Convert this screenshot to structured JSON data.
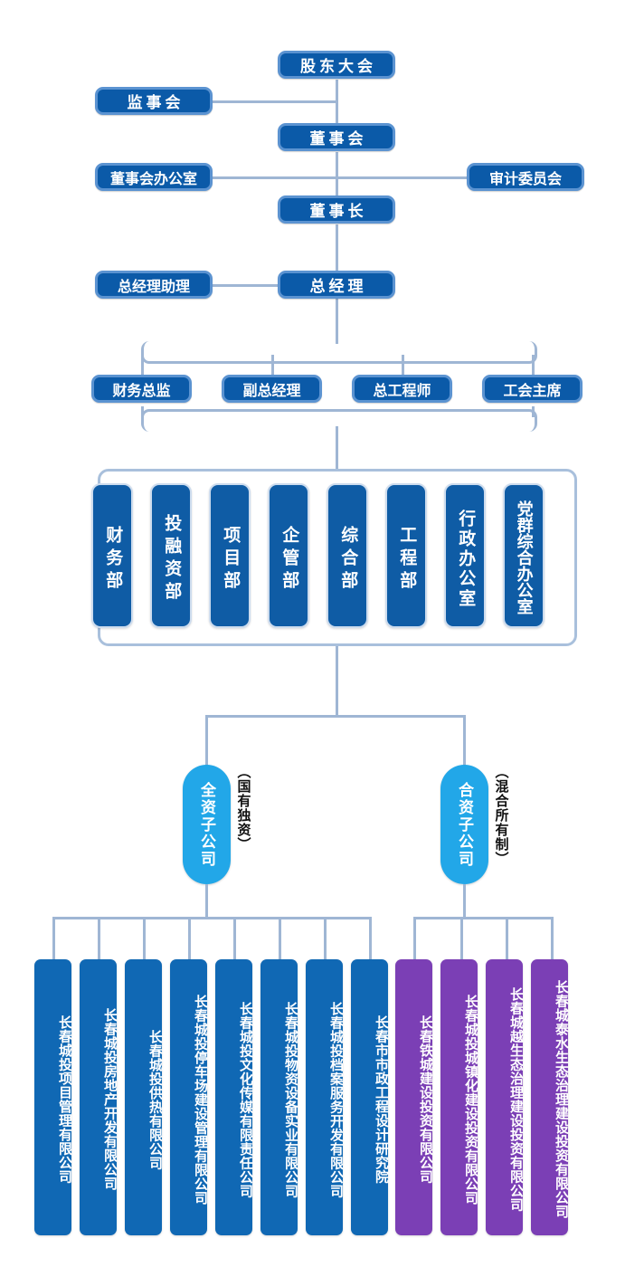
{
  "title": "公司组织架构图",
  "colors": {
    "primary_blue": "#0b5aa8",
    "dept_blue": "#0f5ca5",
    "capsule_cyan": "#22a7e8",
    "subsidiary_blue": "#1068b4",
    "subsidiary_purple": "#7b3fb5",
    "connector": "#9fb6d4",
    "node_border": "#5b93d1",
    "frame_border": "#a9c0dc",
    "text_white": "#ffffff",
    "note_black": "#111111"
  },
  "governance": {
    "shareholders_meeting": "股东大会",
    "board_of_supervisors": "监事会",
    "board_of_directors": "董事会",
    "board_office": "董事会办公室",
    "audit_committee": "审计委员会",
    "chairman": "董事长",
    "gm_assistant": "总经理助理",
    "general_manager": "总经理"
  },
  "executives": [
    {
      "label": "财务总监"
    },
    {
      "label": "副总经理"
    },
    {
      "label": "总工程师"
    },
    {
      "label": "工会主席"
    }
  ],
  "departments": [
    {
      "label": "财务部"
    },
    {
      "label": "投融资部"
    },
    {
      "label": "项目部"
    },
    {
      "label": "企管部"
    },
    {
      "label": "综合部"
    },
    {
      "label": "工程部"
    },
    {
      "label": "行政办公室"
    },
    {
      "label": "党群综合办公室"
    }
  ],
  "subsidiary_groups": [
    {
      "label": "全资子公司",
      "note": "（国有独资）"
    },
    {
      "label": "合资子公司",
      "note": "（混合所有制）"
    }
  ],
  "wholly_owned_subsidiaries": [
    {
      "label": "长春城投项目管理有限公司"
    },
    {
      "label": "长春城投房地产开发有限公司"
    },
    {
      "label": "长春城投供热有限公司"
    },
    {
      "label": "长春城投停车场建设管理有限公司"
    },
    {
      "label": "长春城投文化传媒有限责任公司"
    },
    {
      "label": "长春城投物资设备实业有限公司"
    },
    {
      "label": "长春城投档案服务开发有限公司"
    },
    {
      "label": "长春市市政工程设计研究院"
    }
  ],
  "joint_venture_subsidiaries": [
    {
      "label": "长春铁城建设投资有限公司"
    },
    {
      "label": "长春城投城镇化建设投资有限公司"
    },
    {
      "label": "长春城越生态治理建设投资有限公司"
    },
    {
      "label": "长春城泰水生态治理建设投资有限公司"
    }
  ]
}
